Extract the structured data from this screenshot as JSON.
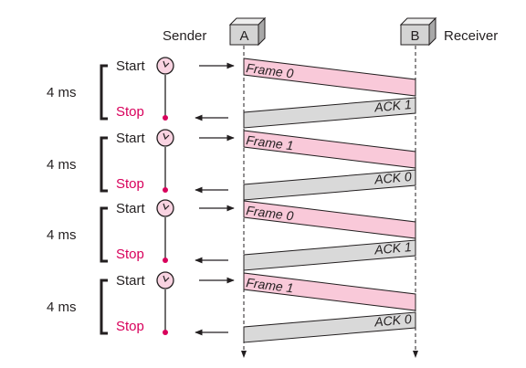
{
  "header": {
    "sender_label": "Sender",
    "receiver_label": "Receiver",
    "station_a": "A",
    "station_b": "B"
  },
  "colors": {
    "frame_fill": "#f9c9d9",
    "ack_fill": "#d9d9d9",
    "stop_color": "#d8005b",
    "clock_fill": "#f9d3e1",
    "line": "#231f20"
  },
  "cycles": [
    {
      "duration": "4 ms",
      "start_label": "Start",
      "stop_label": "Stop",
      "frame_label": "Frame 0",
      "ack_label": "ACK 1"
    },
    {
      "duration": "4 ms",
      "start_label": "Start",
      "stop_label": "Stop",
      "frame_label": "Frame 1",
      "ack_label": "ACK 0"
    },
    {
      "duration": "4 ms",
      "start_label": "Start",
      "stop_label": "Stop",
      "frame_label": "Frame 0",
      "ack_label": "ACK 1"
    },
    {
      "duration": "4 ms",
      "start_label": "Start",
      "stop_label": "Stop",
      "frame_label": "Frame 1",
      "ack_label": "ACK 0"
    }
  ]
}
